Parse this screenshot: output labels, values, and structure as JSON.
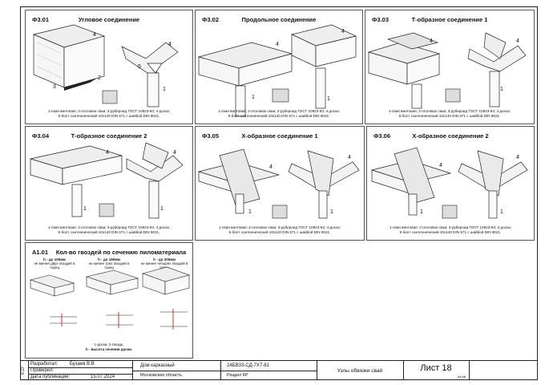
{
  "panels": [
    {
      "code": "Ф3.01",
      "title": "Угловое соединение",
      "desc": [
        "1-свая винтовая; 2-оголовок сваи; 3-рубероид ГОСТ 10923-93; 4-доска;",
        "5-болт сантехнический 10х140 DIN 571 с шайбой DIN 9021."
      ]
    },
    {
      "code": "Ф3.02",
      "title": "Продольное соединение",
      "desc": [
        "1-свая винтовая; 2-оголовок сваи; 3-рубероид ГОСТ 10923-93; 4-доска;",
        "5-болт сантехнический 10х140 DIN 571 с шайбой DIN 9021."
      ]
    },
    {
      "code": "Ф3.03",
      "title": "Т-образное соединение 1",
      "desc": [
        "1-свая винтовая; 2-оголовок сваи; 3-рубероид ГОСТ 10923-93; 4-доска;",
        "5-болт сантехнический 10х140 DIN 571 с шайбой DIN 9021."
      ]
    },
    {
      "code": "Ф3.04",
      "title": "Т-образное соединение 2",
      "desc": [
        "1-свая винтовая; 2-оголовок сваи; 3-рубероид ГОСТ 10923-93; 4-доска;",
        "5-болт сантехнический 10х140 DIN 571 с шайбой DIN 9021."
      ]
    },
    {
      "code": "Ф3.05",
      "title": "Х-образное соединение 1",
      "desc": [
        "1-свая винтовая; 2-оголовок сваи; 3-рубероид ГОСТ 10923-93; 4-доска;",
        "5-болт сантехнический 10х140 DIN 571 с шайбой DIN 9021."
      ]
    },
    {
      "code": "Ф3.06",
      "title": "Х-образное соединение 2",
      "desc": [
        "1-свая винтовая; 2-оголовок сваи; 3-рубероид ГОСТ 10923-93; 4-доска;",
        "5-болт сантехнический 10х140 DIN 571 с шайбой DIN 9021."
      ]
    }
  ],
  "nails": {
    "code": "А1.01",
    "title": "Кол-во гвоздей по сечению пиломатериала",
    "cases": [
      {
        "head": "h - до 100мм",
        "sub": "не менее двух гвоздей в торец"
      },
      {
        "head": "h - до 150мм",
        "sub": "не менее трех гвоздей в торец"
      },
      {
        "head": "h - до 200мм",
        "sub": "не менее четырех гвоздей в торец"
      }
    ],
    "legend": [
      "1-доска; 2-гвоздь;",
      "h - высота сечения доски."
    ]
  },
  "title_block": {
    "side_code": "8.22",
    "rows": [
      {
        "label": "Разработал:",
        "value": "Бузаев В.В"
      },
      {
        "label": "Проверил:",
        "value": ""
      },
      {
        "label": "Дата публикации:",
        "value": "15.07.2024"
      }
    ],
    "object": "Дом каркасный",
    "region": "Московская область",
    "doc_code": "24БВ33-СД-7Х7-81",
    "section": "Раздел КР",
    "sheet_title": "Узлы обвязки свай",
    "sheet_label": "Лист 18",
    "sheet_of": "Из 68"
  }
}
